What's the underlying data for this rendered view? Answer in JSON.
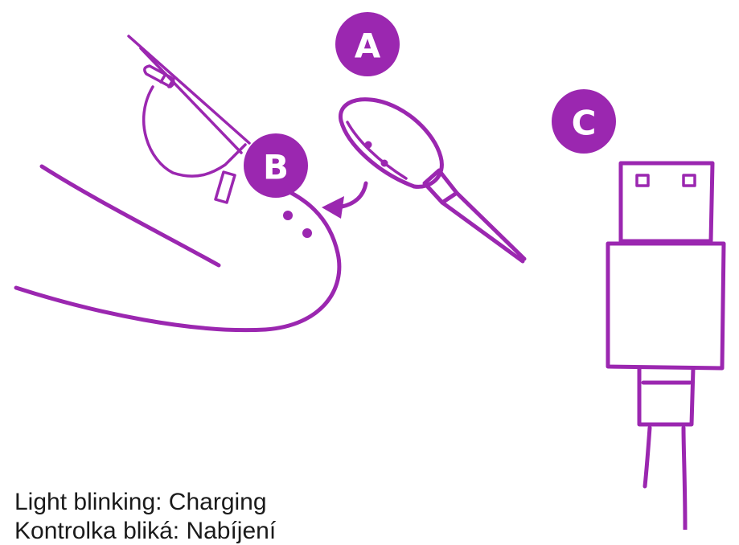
{
  "badges": {
    "a": "A",
    "b": "B",
    "c": "C"
  },
  "captions": {
    "english": "Light blinking: Charging",
    "czech": "Kontrolka bliká: Nabíjení"
  },
  "colors": {
    "accent": "#9b27b0",
    "text": "#1a1a1a",
    "background": "#ffffff"
  },
  "icons": [
    "glasses-icon",
    "earbud-icon",
    "usb-plug-icon",
    "insert-arrow-icon"
  ]
}
